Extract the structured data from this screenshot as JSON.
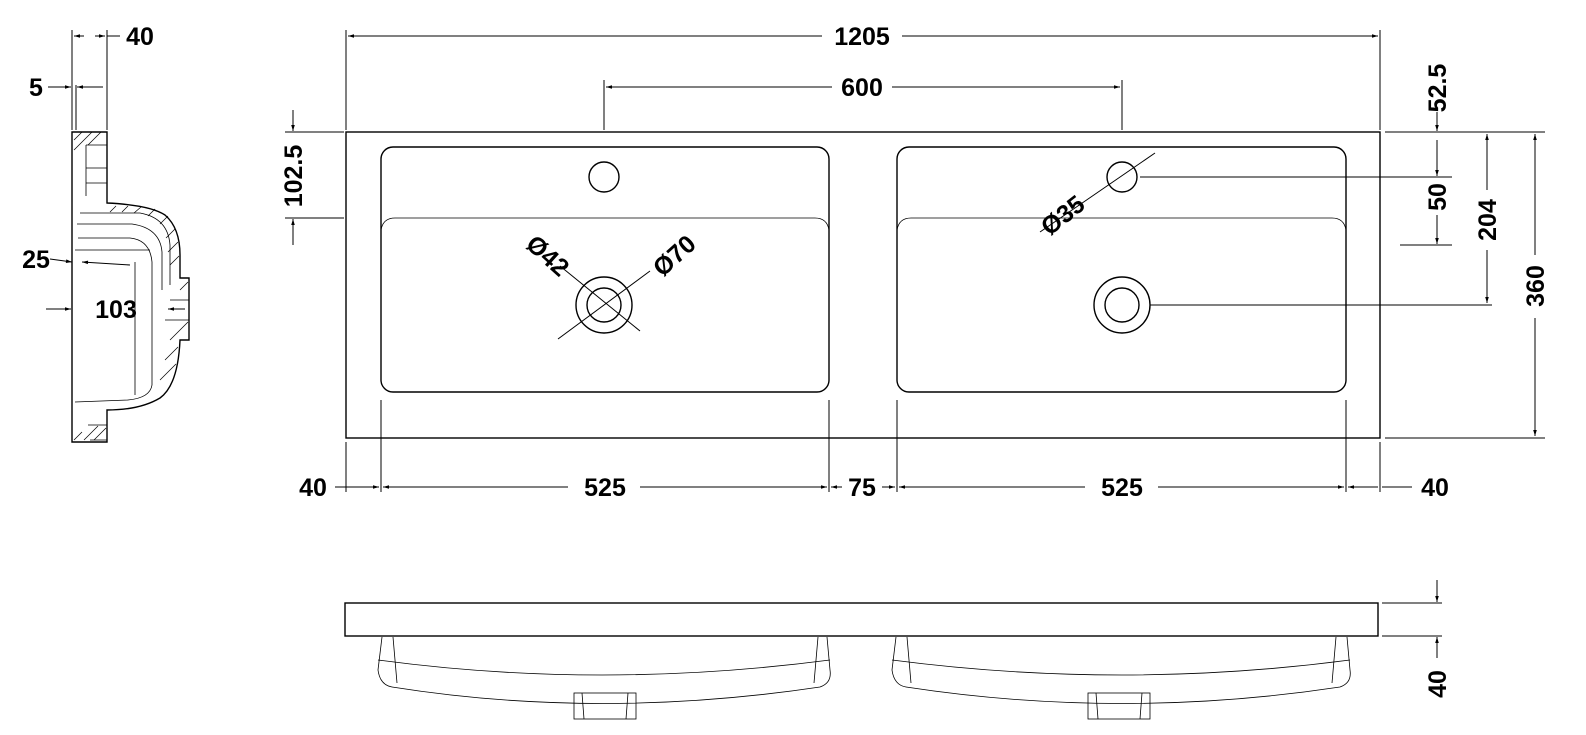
{
  "drawing": {
    "top_view": {
      "overall_width": "1205",
      "tap_spacing": "600",
      "tap_offset_top": "52.5",
      "tap_to_divider": "50",
      "waste_from_back": "204",
      "overall_depth": "360",
      "front_ledge_depth": "102.5",
      "tap_hole_dia": "Ø35",
      "waste_inner_dia": "Ø42",
      "waste_outer_dia": "Ø70",
      "left_margin": "40",
      "left_basin_width": "525",
      "center_gap": "75",
      "right_basin_width": "525",
      "right_margin": "40"
    },
    "section_view": {
      "thickness": "40",
      "edge": "5",
      "wall": "25",
      "bowl_depth": "103"
    },
    "front_view": {
      "top_thickness": "40"
    }
  }
}
